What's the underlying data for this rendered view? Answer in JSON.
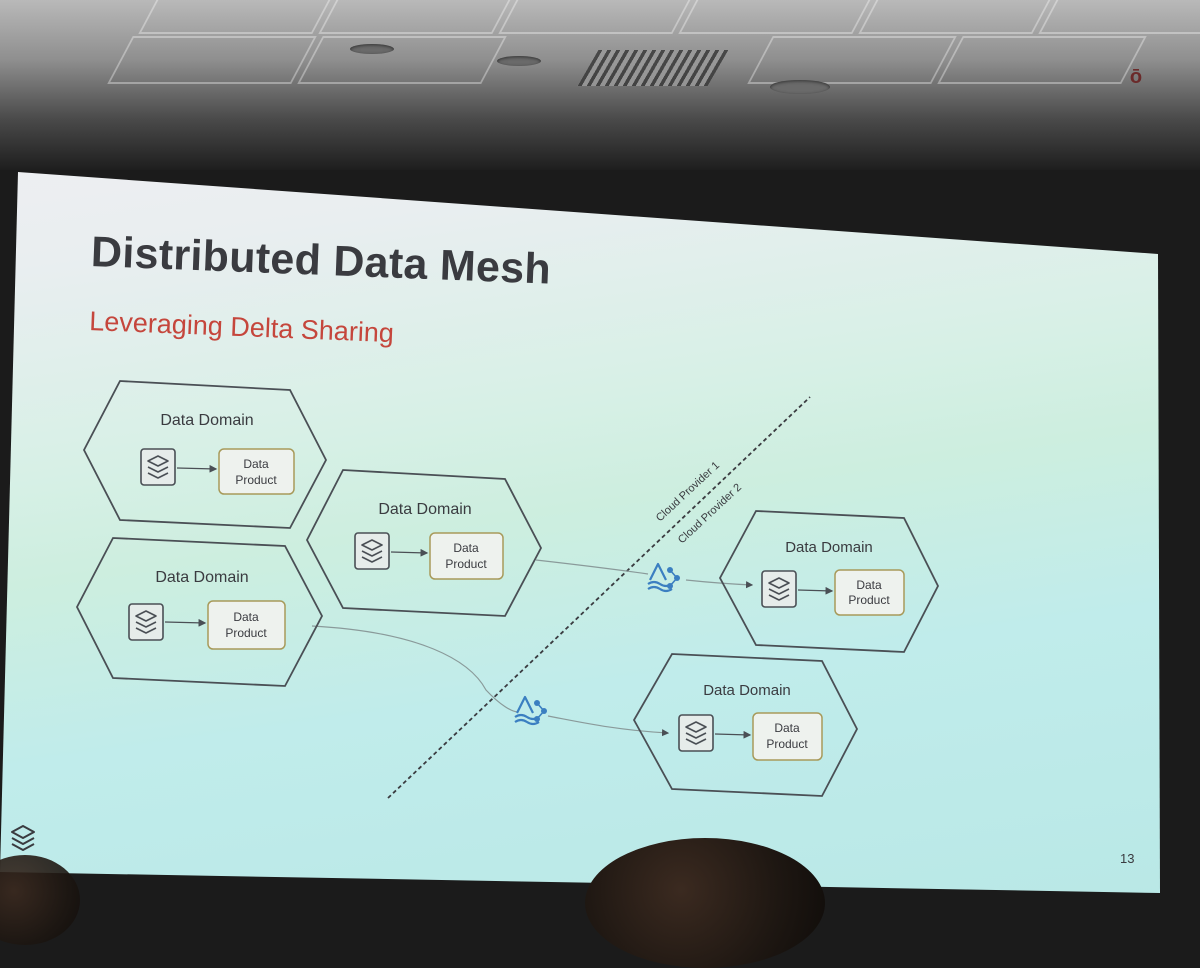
{
  "slide": {
    "title": "Distributed Data Mesh",
    "subtitle": "Leveraging Delta Sharing",
    "page_number": "13"
  },
  "divider": {
    "upper_label": "Cloud Provider 1",
    "lower_label": "Cloud Provider 2"
  },
  "domains": [
    {
      "label": "Data Domain",
      "product_line1": "Data",
      "product_line2": "Product"
    },
    {
      "label": "Data Domain",
      "product_line1": "Data",
      "product_line2": "Product"
    },
    {
      "label": "Data Domain",
      "product_line1": "Data",
      "product_line2": "Product"
    },
    {
      "label": "Data Domain",
      "product_line1": "Data",
      "product_line2": "Product"
    },
    {
      "label": "Data Domain",
      "product_line1": "Data",
      "product_line2": "Product"
    }
  ],
  "icons": {
    "domain_icon": "layers-stack-icon",
    "share_icon": "delta-sharing-icon",
    "brand_icon": "databricks-logo-icon"
  },
  "colors": {
    "title": "#3a3b40",
    "subtitle": "#c5463c",
    "outline": "#4a4f55",
    "share_icon": "#3b7fc1"
  }
}
